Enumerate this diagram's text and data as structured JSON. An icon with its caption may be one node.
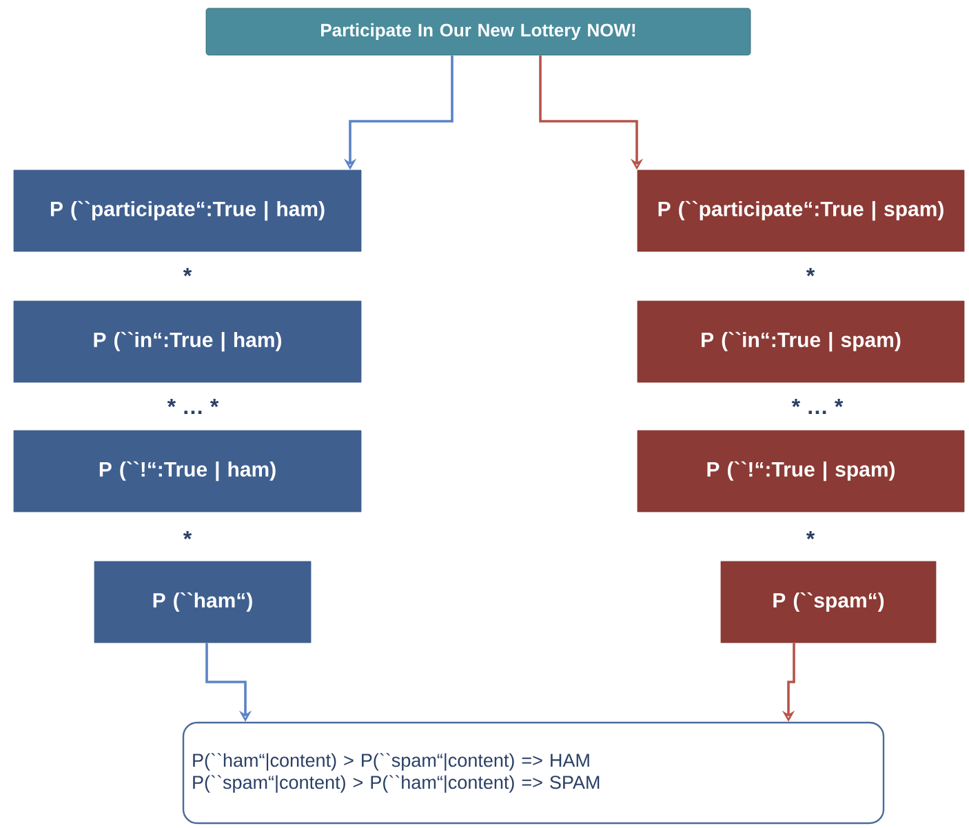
{
  "diagram": {
    "nodes": [
      {
        "text": [
          "Participate In Our New Lottery NOW!"
        ]
      },
      {
        "text": [
          "P (``participate“:True | ham)"
        ]
      },
      {
        "text": [
          "P (``in“:True | ham)"
        ]
      },
      {
        "text": [
          "P (``!“:True | ham)"
        ]
      },
      {
        "text": [
          "P (``ham“)"
        ]
      },
      {
        "text": [
          "P (``participate“:True | spam)"
        ]
      },
      {
        "text": [
          "P (``in“:True | spam)"
        ]
      },
      {
        "text": [
          "P (``!“:True | spam)"
        ]
      },
      {
        "text": [
          "P (``spam“)"
        ]
      },
      {
        "text": [
          "P(``ham“|content) > P(``spam“|content) => HAM",
          "P(``spam“|content) > P(``ham“|content) => SPAM"
        ]
      }
    ],
    "edges": [
      {
        "from": 0,
        "to": 1,
        "arrow": "to",
        "color": "#5b84c4"
      },
      {
        "from": 0,
        "to": 5,
        "arrow": "to",
        "color": "#b5544c"
      },
      {
        "from": 4,
        "to": 9,
        "arrow": "to",
        "color": "#5b84c4"
      },
      {
        "from": 8,
        "to": 9,
        "arrow": "to",
        "color": "#b5544c"
      }
    ],
    "labels": [
      "*",
      "*",
      "* … *",
      "* … *",
      "*",
      "*"
    ]
  }
}
